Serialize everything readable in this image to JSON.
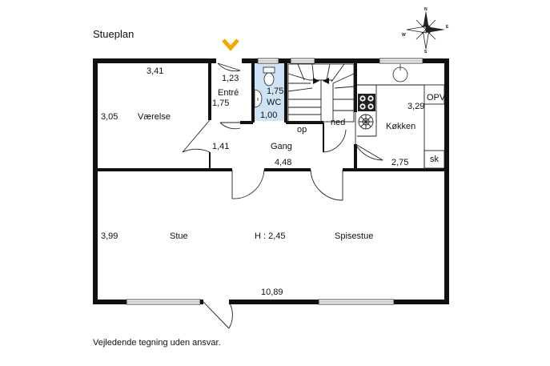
{
  "plan": {
    "title": "Stueplan",
    "disclaimer": "Vejledende tegning uden ansvar.",
    "compass": {
      "n": "N",
      "s": "S",
      "e": "E",
      "w": "W"
    },
    "accent_color": "#f5a800",
    "wc_fill_color": "#cfe3f7",
    "labels": {
      "vaerelse": "Værelse",
      "vaerelse_width": "3,41",
      "vaerelse_depth": "3,05",
      "entre": "Entré",
      "entre_width": "1,23",
      "entre_depth": "1,75",
      "wc": "WC",
      "wc_depth": "1,75",
      "wc_width": "1,00",
      "stair_up": "op",
      "stair_down": "ned",
      "koekken": "Køkken",
      "koekken_depth": "3,29",
      "koekken_width": "2,75",
      "opv": "OPV",
      "sk": "sk",
      "gang": "Gang",
      "gang_depth": "1,41",
      "gang_width": "4,48",
      "stue": "Stue",
      "stue_depth": "3,99",
      "height": "H : 2,45",
      "spisestue": "Spisestue",
      "total_width": "10,89"
    }
  }
}
